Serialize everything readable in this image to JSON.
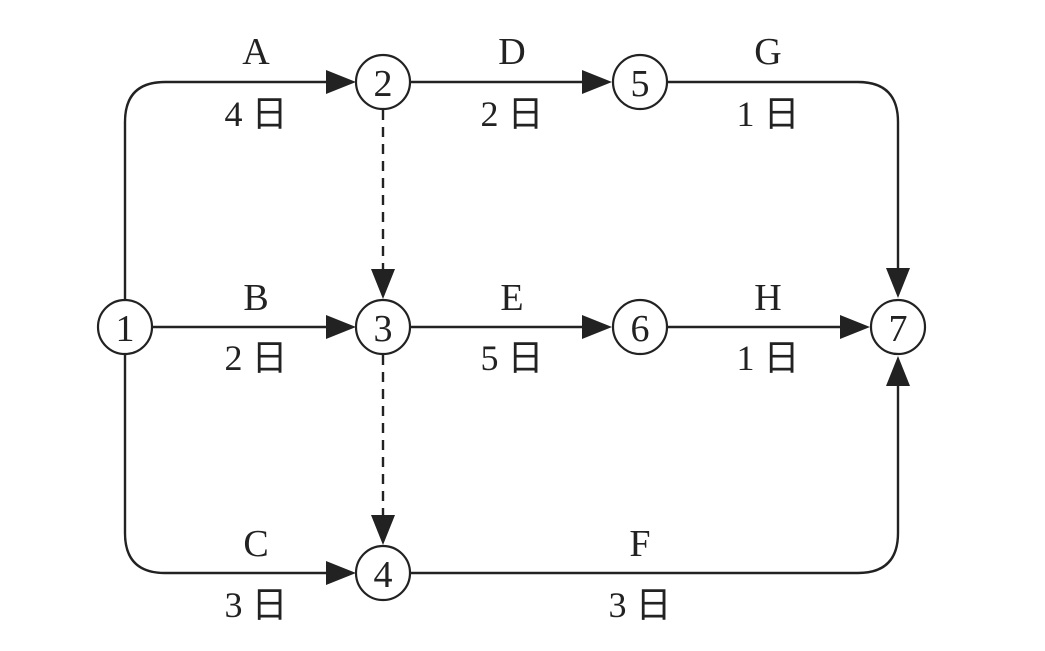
{
  "nodes": [
    {
      "id": "1",
      "label": "1"
    },
    {
      "id": "2",
      "label": "2"
    },
    {
      "id": "3",
      "label": "3"
    },
    {
      "id": "4",
      "label": "4"
    },
    {
      "id": "5",
      "label": "5"
    },
    {
      "id": "6",
      "label": "6"
    },
    {
      "id": "7",
      "label": "7"
    }
  ],
  "activities": [
    {
      "id": "A",
      "name": "A",
      "duration": "4 日",
      "from": "1",
      "to": "2",
      "dummy": false
    },
    {
      "id": "B",
      "name": "B",
      "duration": "2 日",
      "from": "1",
      "to": "3",
      "dummy": false
    },
    {
      "id": "C",
      "name": "C",
      "duration": "3 日",
      "from": "1",
      "to": "4",
      "dummy": false
    },
    {
      "id": "D",
      "name": "D",
      "duration": "2 日",
      "from": "2",
      "to": "5",
      "dummy": false
    },
    {
      "id": "E",
      "name": "E",
      "duration": "5 日",
      "from": "3",
      "to": "6",
      "dummy": false
    },
    {
      "id": "F",
      "name": "F",
      "duration": "3 日",
      "from": "4",
      "to": "7",
      "dummy": false
    },
    {
      "id": "G",
      "name": "G",
      "duration": "1 日",
      "from": "5",
      "to": "7",
      "dummy": false
    },
    {
      "id": "H",
      "name": "H",
      "duration": "1 日",
      "from": "6",
      "to": "7",
      "dummy": false
    }
  ],
  "dummy_activities": [
    {
      "id": "d23",
      "from": "2",
      "to": "3",
      "dummy": true
    },
    {
      "id": "d34",
      "from": "3",
      "to": "4",
      "dummy": true
    }
  ],
  "colors": {
    "ink": "#222222",
    "background": "#ffffff"
  }
}
